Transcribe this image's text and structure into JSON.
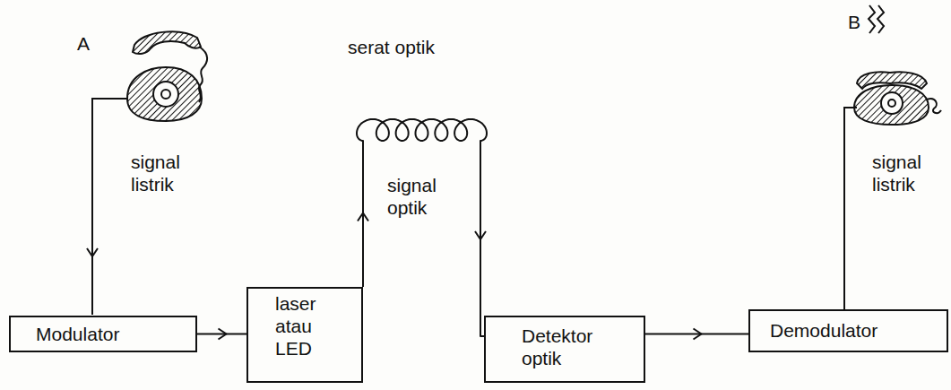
{
  "diagram": {
    "nodes": [
      {
        "text": [
          "Modulator"
        ]
      },
      {
        "text": [
          "laser atau LED"
        ]
      },
      {
        "text": [
          "Detektor optik"
        ]
      },
      {
        "text": [
          "Demodulator"
        ]
      }
    ],
    "edges": [
      {
        "from": 0,
        "to": 1,
        "arrow": "to"
      },
      {
        "from": 1,
        "to": 2,
        "arrow": "to"
      },
      {
        "from": 2,
        "to": 3,
        "arrow": "to"
      }
    ],
    "labels": [
      "A",
      "signal listrik",
      "serat optik",
      "signal optik",
      "B",
      "signal listrik"
    ]
  }
}
